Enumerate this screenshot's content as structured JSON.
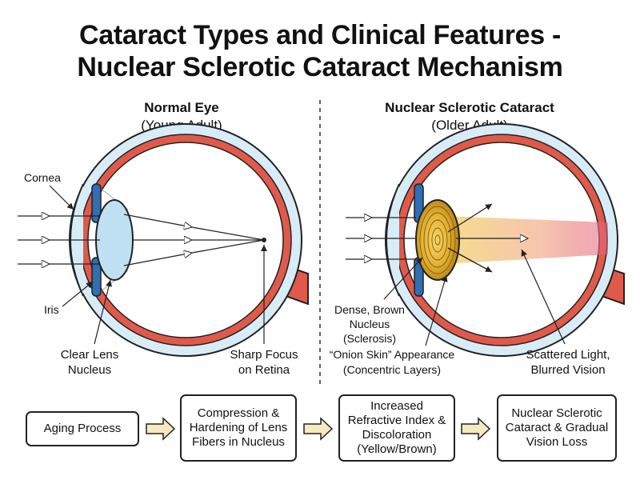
{
  "title": {
    "line1": "Cataract Types and Clinical Features -",
    "line2": "Nuclear Sclerotic Cataract Mechanism"
  },
  "normal_eye": {
    "heading": "Normal Eye",
    "subheading": "(Young Adult)",
    "labels": {
      "cornea": "Cornea",
      "iris": "Iris",
      "lens_line1": "Clear Lens",
      "lens_line2": "Nucleus",
      "focus_line1": "Sharp Focus",
      "focus_line2": "on Retina"
    }
  },
  "cataract_eye": {
    "heading": "Nuclear Sclerotic Cataract",
    "subheading": "(Older Adult)",
    "labels": {
      "nucleus_line1": "Dense, Brown",
      "nucleus_line2": "Nucleus",
      "nucleus_line3": "(Sclerosis)",
      "onion_line1": "“Onion Skin” Appearance",
      "onion_line2": "(Concentric Layers)",
      "scatter_line1": "Scattered Light,",
      "scatter_line2": "Blurred Vision"
    }
  },
  "flow": [
    {
      "label": "Aging Process"
    },
    {
      "label": "Compression & Hardening of Lens Fibers in Nucleus"
    },
    {
      "label": "Increased Refractive Index & Discoloration (Yellow/Brown)"
    },
    {
      "label": "Nuclear Sclerotic Cataract & Gradual Vision Loss"
    }
  ],
  "colors": {
    "sclera_blue": "#d8ecf7",
    "choroid_red": "#e05a4a",
    "iris_blue": "#2f6fb3",
    "clear_lens": "#bfe0f2",
    "cataract_lens": "#d9a520",
    "flow_arrow": "#f7e9bf"
  }
}
